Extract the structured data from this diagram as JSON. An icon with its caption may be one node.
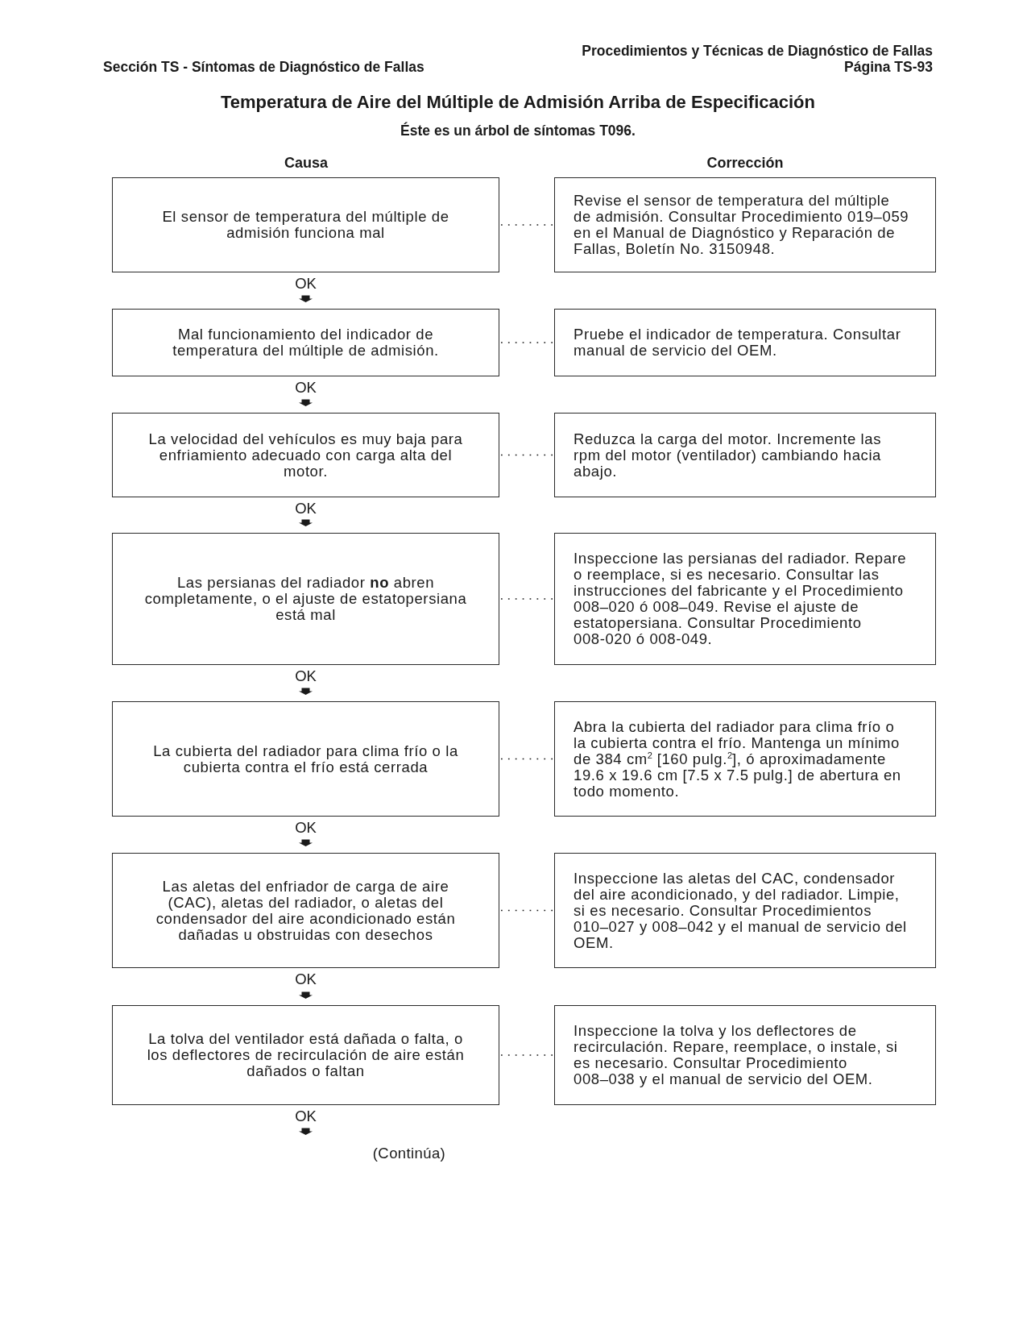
{
  "diagram": {
    "title": "Temperatura de Aire del Múltiple de Admisión Arriba de Especificación",
    "nodes": [
      {
        "text": [
          "El sensor de temperatura del múltiple de admisión funciona mal"
        ]
      },
      {
        "text": [
          "Revise el sensor de temperatura del múltiple de admisión. Consultar Procedimiento 019–059 en el Manual de Diagnóstico y Reparación de Fallas, Boletín No. 3150948."
        ]
      },
      {
        "text": [
          "Mal funcionamiento del indicador de temperatura del múltiple de admisión."
        ]
      },
      {
        "text": [
          "Pruebe el indicador de temperatura. Consultar manual de servicio del OEM."
        ]
      },
      {
        "text": [
          "La velocidad del vehículos es muy baja para enfriamiento adecuado con carga alta del motor."
        ]
      },
      {
        "text": [
          "Reduzca la carga del motor. Incremente las rpm del motor (ventilador) cambiando hacia abajo."
        ]
      },
      {
        "text": [
          "Las persianas del radiador **no** abren completamente, o el ajuste de estatopersiana está mal"
        ]
      },
      {
        "text": [
          "Inspeccione las persianas del radiador. Repare o reemplace, si es necesario. Consultar las instrucciones del fabricante y el Procedimiento 008–020 ó 008–049. Revise el ajuste de estatopersiana. Consultar Procedimiento 008-020 ó 008-049."
        ]
      },
      {
        "text": [
          "La cubierta del radiador para clima frío o la cubierta contra el frío está cerrada"
        ]
      },
      {
        "text": [
          "Abra la cubierta del radiador para clima frío o la cubierta contra el frío. Mantenga un mínimo de 384 cm$^{2}$ [160 pulg.$^{2}$], ó aproximadamente 19.6 x 19.6 cm [7.5 x 7.5 pulg.] de abertura en todo momento."
        ]
      },
      {
        "text": [
          "Las aletas del enfriador de carga de aire (CAC), aletas del radiador, o aletas del condensador del aire acondicionado están dañadas u obstruidas con desechos"
        ]
      },
      {
        "text": [
          "Inspeccione las aletas del CAC, condensador del aire acondicionado, y del radiador. Limpie, si es necesario. Consultar Procedimientos 010–027 y 008–042 y el manual de servicio del OEM."
        ]
      },
      {
        "text": [
          "La tolva del ventilador está dañada o falta, o los deflectores de recirculación de aire están dañados o faltan"
        ]
      },
      {
        "text": [
          "Inspeccione la tolva y los deflectores de recirculación. Repare, reemplace, o instale, si es necesario. Consultar Procedimiento 008–038 y el manual de servicio del OEM."
        ]
      }
    ],
    "edges": [
      {
        "from": 0,
        "to": 1,
        "arrow": "none",
        "style": "dashed"
      },
      {
        "from": 0,
        "to": 2,
        "arrow": "to",
        "label": "OK"
      },
      {
        "from": 2,
        "to": 3,
        "arrow": "none",
        "style": "dashed"
      },
      {
        "from": 2,
        "to": 4,
        "arrow": "to",
        "label": "OK"
      },
      {
        "from": 4,
        "to": 5,
        "arrow": "none",
        "style": "dashed"
      },
      {
        "from": 4,
        "to": 6,
        "arrow": "to",
        "label": "OK"
      },
      {
        "from": 6,
        "to": 7,
        "arrow": "none",
        "style": "dashed"
      },
      {
        "from": 6,
        "to": 8,
        "arrow": "to",
        "label": "OK"
      },
      {
        "from": 8,
        "to": 9,
        "arrow": "none",
        "style": "dashed"
      },
      {
        "from": 8,
        "to": 10,
        "arrow": "to",
        "label": "OK"
      },
      {
        "from": 10,
        "to": 11,
        "arrow": "none",
        "style": "dashed"
      },
      {
        "from": 10,
        "to": 12,
        "arrow": "to",
        "label": "OK"
      },
      {
        "from": 12,
        "to": 13,
        "arrow": "none",
        "style": "dashed"
      },
      {
        "from": 12,
        "to": null,
        "arrow": "to",
        "label": "OK"
      }
    ],
    "labels": [
      "Procedimientos y Técnicas de Diagnóstico de Fallas",
      "Sección TS - Síntomas de Diagnóstico de Fallas",
      "Página TS-93",
      "Éste es un árbol de síntomas T096.",
      "Causa",
      "Corrección",
      "(Continúa)"
    ]
  }
}
